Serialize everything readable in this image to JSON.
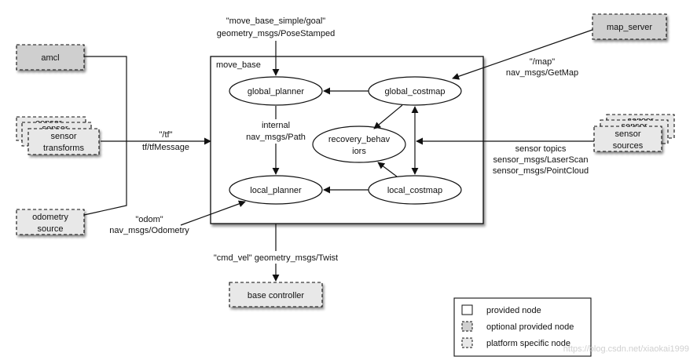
{
  "colors": {
    "optional_fill": "#cfcfcf",
    "platform_fill": "#e8e8e8",
    "line": "#111111"
  },
  "move_base": {
    "label": "move_base",
    "global_planner": "global_planner",
    "global_costmap": "global_costmap",
    "local_planner": "local_planner",
    "local_costmap": "local_costmap",
    "recovery": [
      "recovery_behav",
      "iors"
    ],
    "internal": [
      "internal",
      "nav_msgs/Path"
    ]
  },
  "external": {
    "amcl": "amcl",
    "sensor_transforms": {
      "back1": "sensor",
      "back2": "sensor",
      "front": [
        "sensor",
        "transforms"
      ]
    },
    "odometry_source": [
      "odometry",
      "source"
    ],
    "map_server": "map_server",
    "sensor_sources": {
      "back1": "sensor",
      "back2": "sensor",
      "front": [
        "sensor",
        "sources"
      ]
    },
    "base_controller": "base controller"
  },
  "topics": {
    "goal": [
      "\"move_base_simple/goal\"",
      "geometry_msgs/PoseStamped"
    ],
    "tf": [
      "\"/tf\"",
      "tf/tfMessage"
    ],
    "odom": [
      "\"odom\"",
      "nav_msgs/Odometry"
    ],
    "map": [
      "\"/map\"",
      "nav_msgs/GetMap"
    ],
    "sensor_topics": [
      "sensor topics",
      "sensor_msgs/LaserScan",
      "sensor_msgs/PointCloud"
    ],
    "cmd_vel": "\"cmd_vel\" geometry_msgs/Twist"
  },
  "legend": {
    "provided": "provided node",
    "optional": "optional provided node",
    "platform": "platform specific node"
  },
  "watermark": "https://blog.csdn.net/xiaokai1999"
}
